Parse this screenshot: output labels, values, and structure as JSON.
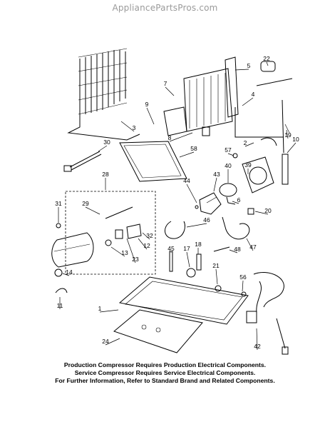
{
  "watermark": "AppliancePartsPros.com",
  "callouts": [
    "1",
    "2",
    "3",
    "4",
    "5",
    "6",
    "7",
    "8",
    "9",
    "10",
    "11",
    "12",
    "13",
    "14",
    "17",
    "18",
    "19",
    "20",
    "21",
    "22",
    "23",
    "24",
    "28",
    "29",
    "30",
    "31",
    "32",
    "39",
    "40",
    "42",
    "43",
    "44",
    "45",
    "46",
    "47",
    "48",
    "56",
    "57",
    "58"
  ],
  "notes": [
    "Production Compressor Requires Production Electrical Components.",
    "Service Compressor Requires Service Electrical Components.",
    "For Further Information, Refer to Standard Brand and Related Components."
  ]
}
